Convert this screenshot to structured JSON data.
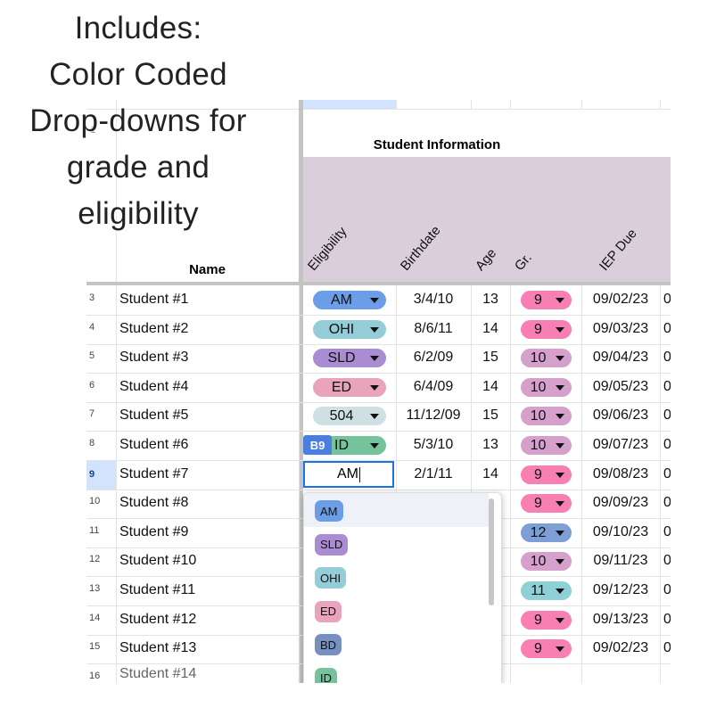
{
  "headline": [
    "Includes:",
    "Color Coded",
    "Drop-downs for",
    "grade and",
    "eligibility"
  ],
  "sheet": {
    "row1_num": "1",
    "section_title": "Student Information",
    "headers": {
      "name": "Name",
      "eligibility": "Eligibility",
      "birthdate": "Birthdate",
      "age": "Age",
      "grade": "Gr.",
      "iep_due": "IEP Due"
    },
    "rows": [
      {
        "num": "3",
        "name": "Student #1",
        "elig": "AM",
        "elig_color": "#6b9ee6",
        "birth": "3/4/10",
        "age": "13",
        "gr": "9",
        "gr_color": "#f77fb3",
        "iep": "09/02/23",
        "next": "0"
      },
      {
        "num": "4",
        "name": "Student #2",
        "elig": "OHI",
        "elig_color": "#94cdd8",
        "birth": "8/6/11",
        "age": "14",
        "gr": "9",
        "gr_color": "#f77fb3",
        "iep": "09/03/23",
        "next": "0"
      },
      {
        "num": "5",
        "name": "Student #3",
        "elig": "SLD",
        "elig_color": "#a98cd1",
        "birth": "6/2/09",
        "age": "15",
        "gr": "10",
        "gr_color": "#d6a0cc",
        "iep": "09/04/23",
        "next": "0"
      },
      {
        "num": "6",
        "name": "Student #4",
        "elig": "ED",
        "elig_color": "#eaa3bd",
        "birth": "6/4/09",
        "age": "14",
        "gr": "10",
        "gr_color": "#d6a0cc",
        "iep": "09/05/23",
        "next": "0"
      },
      {
        "num": "7",
        "name": "Student #5",
        "elig": "504",
        "elig_color": "#cfe0e4",
        "birth": "11/12/09",
        "age": "15",
        "gr": "10",
        "gr_color": "#d6a0cc",
        "iep": "09/06/23",
        "next": "0"
      },
      {
        "num": "8",
        "name": "Student #6",
        "elig": "ID",
        "elig_color": "#74c39a",
        "birth": "5/3/10",
        "age": "13",
        "gr": "10",
        "gr_color": "#d6a0cc",
        "iep": "09/07/23",
        "next": "0"
      },
      {
        "num": "9",
        "name": "Student #7",
        "elig": "",
        "elig_color": "",
        "birth": "2/1/11",
        "age": "14",
        "gr": "9",
        "gr_color": "#f77fb3",
        "iep": "09/08/23",
        "next": "0"
      },
      {
        "num": "10",
        "name": "Student #8",
        "elig": "",
        "elig_color": "",
        "birth": "",
        "age": "",
        "gr": "9",
        "gr_color": "#f77fb3",
        "iep": "09/09/23",
        "next": "0"
      },
      {
        "num": "11",
        "name": "Student #9",
        "elig": "",
        "elig_color": "",
        "birth": "",
        "age": "",
        "gr": "12",
        "gr_color": "#7e9fd6",
        "iep": "09/10/23",
        "next": "0"
      },
      {
        "num": "12",
        "name": "Student #10",
        "elig": "",
        "elig_color": "",
        "birth": "",
        "age": "",
        "gr": "10",
        "gr_color": "#d6a0cc",
        "iep": "09/11/23",
        "next": "0"
      },
      {
        "num": "13",
        "name": "Student #11",
        "elig": "",
        "elig_color": "",
        "birth": "",
        "age": "",
        "gr": "11",
        "gr_color": "#8fd0d6",
        "iep": "09/12/23",
        "next": "0"
      },
      {
        "num": "14",
        "name": "Student #12",
        "elig": "",
        "elig_color": "",
        "birth": "",
        "age": "",
        "gr": "9",
        "gr_color": "#f77fb3",
        "iep": "09/13/23",
        "next": "0"
      },
      {
        "num": "15",
        "name": "Student #13",
        "elig": "",
        "elig_color": "",
        "birth": "",
        "age": "",
        "gr": "9",
        "gr_color": "#f77fb3",
        "iep": "09/02/23",
        "next": "0"
      },
      {
        "num": "16",
        "name": "Student #14",
        "elig": "",
        "elig_color": "",
        "birth": "",
        "age": "",
        "gr": "",
        "gr_color": "",
        "iep": "",
        "next": ""
      }
    ],
    "cell_ref": "B9",
    "edit_value": "AM",
    "dropdown_options": [
      {
        "label": "AM",
        "color": "#6b9ee6"
      },
      {
        "label": "SLD",
        "color": "#a98cd1"
      },
      {
        "label": "OHI",
        "color": "#94cdd8"
      },
      {
        "label": "ED",
        "color": "#eaa3bd"
      },
      {
        "label": "BD",
        "color": "#7690bf"
      },
      {
        "label": "ID",
        "color": "#74c39a"
      }
    ],
    "colors": {
      "header_band": "#d9ced9",
      "selection_blue": "#1a73e8",
      "row_header_selected": "#d3e3fd"
    }
  }
}
